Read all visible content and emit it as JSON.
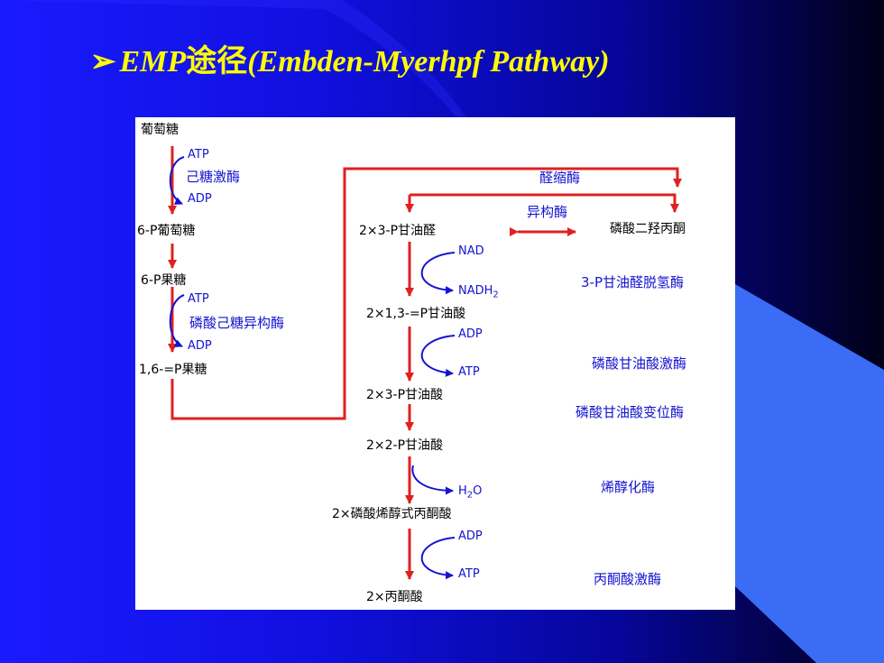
{
  "title": {
    "bullet": "➢",
    "prefix": "EMP",
    "cjk": "途径",
    "open": "(",
    "latin": "Embden-Myerhpf Pathway",
    "close": ")"
  },
  "pathway": {
    "left": {
      "glucose": "葡萄糖",
      "atp1": "ATP",
      "hexokinase": "己糖激酶",
      "adp1": "ADP",
      "g6p": "6-P葡萄糖",
      "f6p": "6-P果糖",
      "atp2": "ATP",
      "pfk": "磷酸己糖异构酶",
      "adp2": "ADP",
      "fbp": "1,6-=P果糖"
    },
    "middle": {
      "g3p": "2×3-P甘油醛",
      "nad": "NAD",
      "nadh_base": "NADH",
      "nadh_sub": "2",
      "bpg": "2×1,3-=P甘油酸",
      "adp3": "ADP",
      "atp3": "ATP",
      "pg3": "2×3-P甘油酸",
      "pg2": "2×2-P甘油酸",
      "h2o_base": "H",
      "h2o_sub": "2",
      "h2o_end": "O",
      "pep": "2×磷酸烯醇式丙酮酸",
      "adp4": "ADP",
      "atp4": "ATP",
      "pyruvate": "2×丙酮酸"
    },
    "right": {
      "aldolase": "醛缩酶",
      "isomerase": "异构酶",
      "dhap": "磷酸二羟丙酮",
      "g3pdh": "3-P甘油醛脱氢酶",
      "pgk": "磷酸甘油酸激酶",
      "pgm": "磷酸甘油酸变位酶",
      "enolase": "烯醇化酶",
      "pk": "丙酮酸激酶"
    }
  },
  "colors": {
    "title": "#ffff00",
    "arrow_red": "#e02020",
    "arrow_blue": "#1414d0",
    "enzyme_text": "#1414d0",
    "accent_shape": "#3a6cf5"
  }
}
